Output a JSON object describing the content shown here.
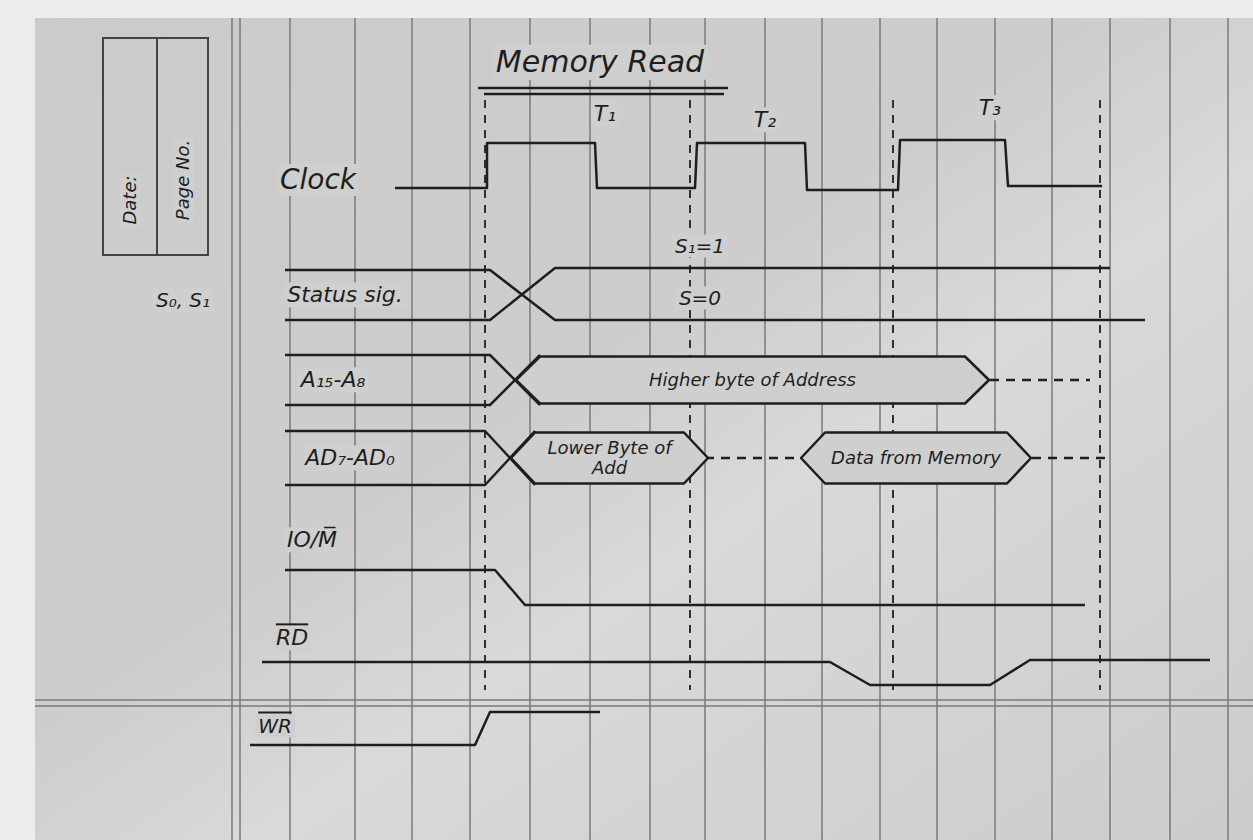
{
  "diagram": {
    "title": "Memory Read",
    "nodes": [
      {
        "text": [
          "Higher byte of Address"
        ]
      },
      {
        "text": [
          "Lower Byte of Add"
        ]
      },
      {
        "text": [
          "Data from Memory"
        ]
      }
    ],
    "labels": [
      "Date:",
      "Page No.",
      "T₁",
      "T₂",
      "T₃",
      "Clock",
      "S₀, S₁",
      "Status sig.",
      "S₁=1",
      "S=0",
      "A₁₅-A₈",
      "AD₇-AD₀",
      "IO/M̅",
      "RD",
      "WR"
    ]
  }
}
